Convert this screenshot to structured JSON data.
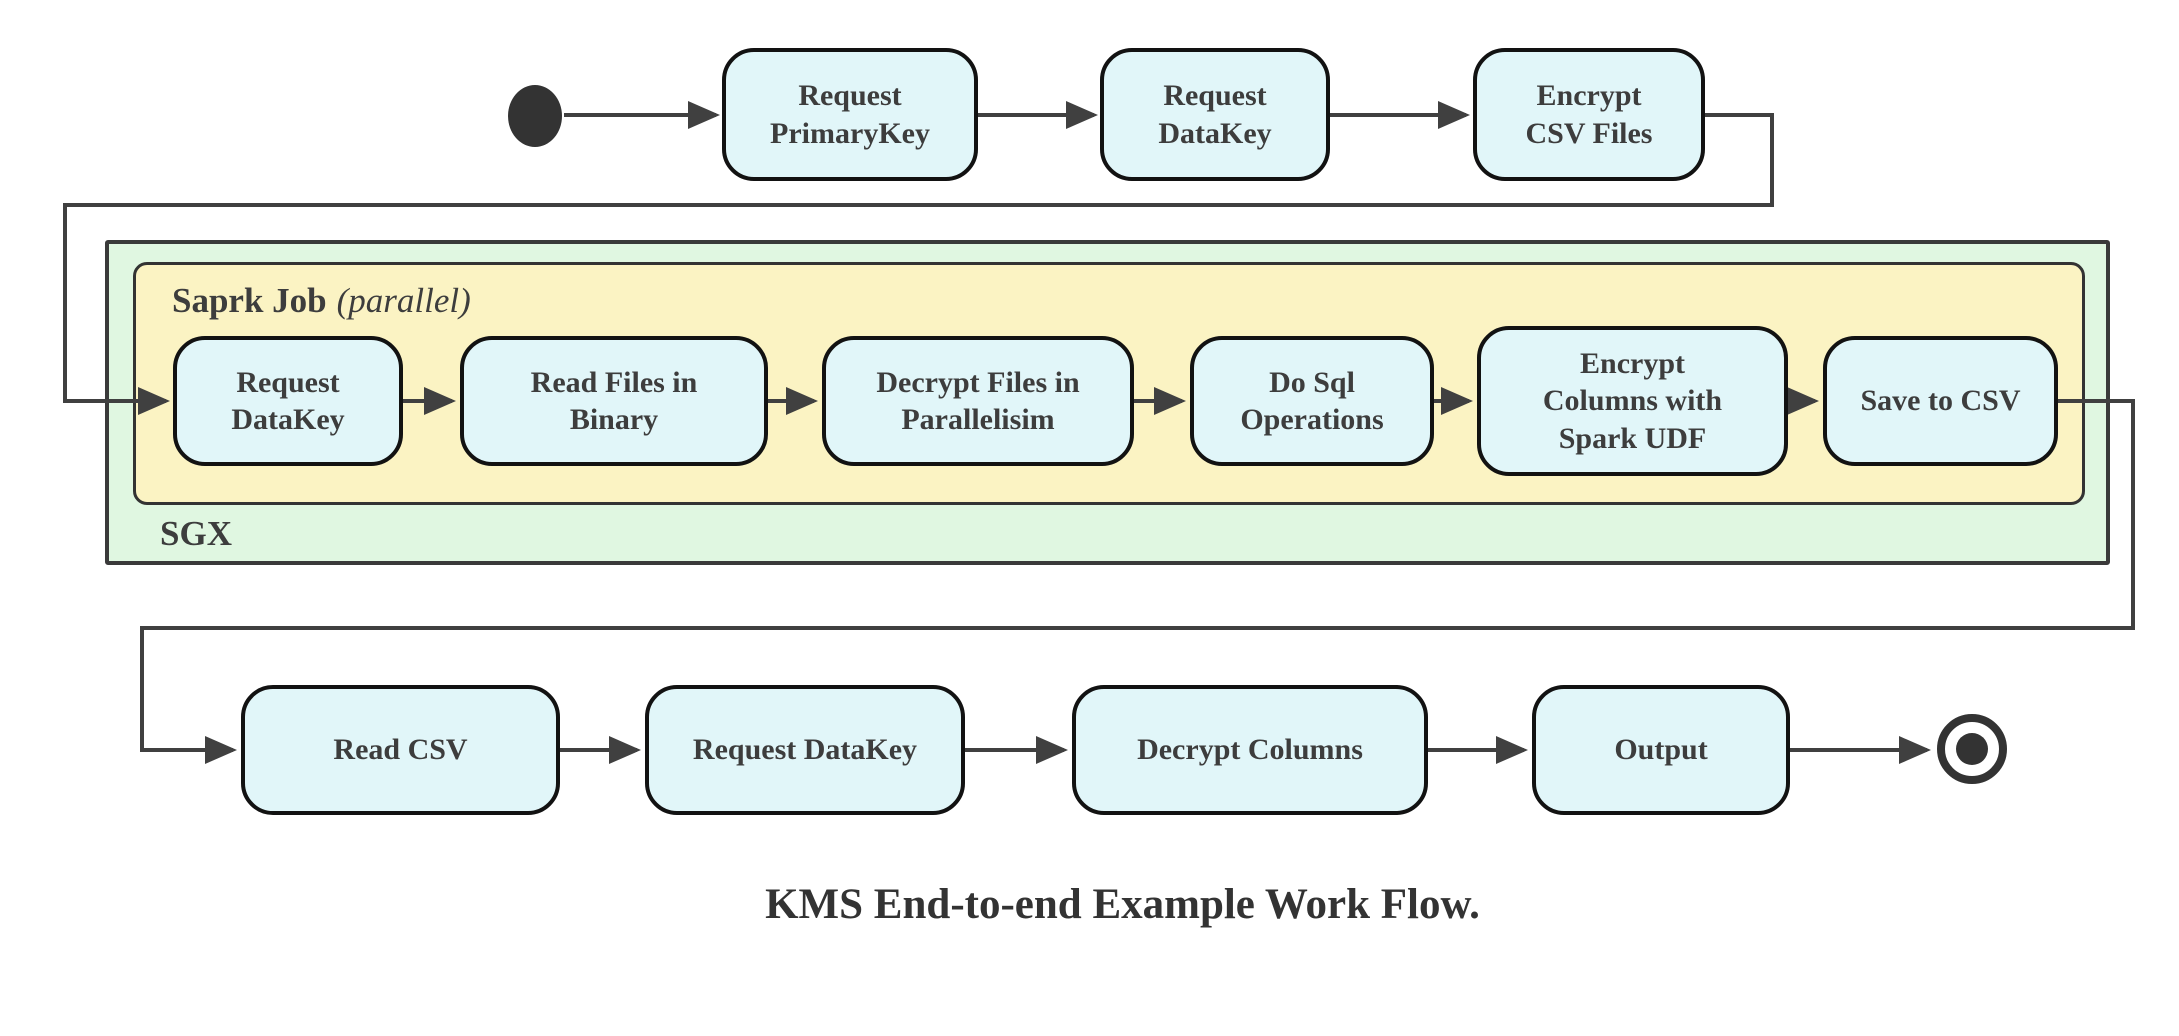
{
  "caption": "KMS End-to-end Example Work Flow.",
  "containers": {
    "sgx": {
      "label": "SGX"
    },
    "spark_job": {
      "label": "Saprk Job",
      "annotation": "(parallel)"
    }
  },
  "nodes": [
    {
      "id": "request-primarykey",
      "label": "Request\nPrimaryKey"
    },
    {
      "id": "request-datakey-top",
      "label": "Request\nDataKey"
    },
    {
      "id": "encrypt-csv-files",
      "label": "Encrypt\nCSV Files"
    },
    {
      "id": "request-datakey-sgx",
      "label": "Request\nDataKey"
    },
    {
      "id": "read-files-in-binary",
      "label": "Read Files in\nBinary"
    },
    {
      "id": "decrypt-files-in-parallelisim",
      "label": "Decrypt Files in\nParallelisim"
    },
    {
      "id": "do-sql-operations",
      "label": "Do Sql\nOperations"
    },
    {
      "id": "encrypt-columns-with-spark-udf",
      "label": "Encrypt\nColumns with\nSpark UDF"
    },
    {
      "id": "save-to-csv",
      "label": "Save to CSV"
    },
    {
      "id": "read-csv",
      "label": "Read CSV"
    },
    {
      "id": "request-datakey-bottom",
      "label": "Request DataKey"
    },
    {
      "id": "decrypt-columns",
      "label": "Decrypt Columns"
    },
    {
      "id": "output",
      "label": "Output"
    }
  ],
  "edges": [
    {
      "from": "start",
      "to": "request-primarykey"
    },
    {
      "from": "request-primarykey",
      "to": "request-datakey-top"
    },
    {
      "from": "request-datakey-top",
      "to": "encrypt-csv-files"
    },
    {
      "from": "encrypt-csv-files",
      "to": "request-datakey-sgx"
    },
    {
      "from": "request-datakey-sgx",
      "to": "read-files-in-binary"
    },
    {
      "from": "read-files-in-binary",
      "to": "decrypt-files-in-parallelisim"
    },
    {
      "from": "decrypt-files-in-parallelisim",
      "to": "do-sql-operations"
    },
    {
      "from": "do-sql-operations",
      "to": "encrypt-columns-with-spark-udf"
    },
    {
      "from": "encrypt-columns-with-spark-udf",
      "to": "save-to-csv"
    },
    {
      "from": "save-to-csv",
      "to": "read-csv"
    },
    {
      "from": "read-csv",
      "to": "request-datakey-bottom"
    },
    {
      "from": "request-datakey-bottom",
      "to": "decrypt-columns"
    },
    {
      "from": "decrypt-columns",
      "to": "output"
    },
    {
      "from": "output",
      "to": "end"
    }
  ],
  "colors": {
    "node_fill": "#e1f6f9",
    "node_border": "#121212",
    "node_text": "#3d3d3d",
    "sgx_fill": "#e0f7e1",
    "sgx_border": "#3a3a3a",
    "spark_fill": "#fbf3c3",
    "spark_border": "#333333",
    "edge": "#404040",
    "caption": "#333333"
  }
}
